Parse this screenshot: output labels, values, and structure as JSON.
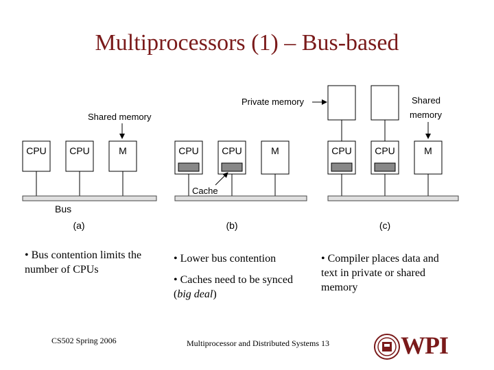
{
  "title": "Multiprocessors (1) – Bus-based",
  "diagram": {
    "a": {
      "annotation": "Shared memory",
      "boxes": [
        "CPU",
        "CPU",
        "M"
      ],
      "bus_label": "Bus",
      "caption": "(a)"
    },
    "b": {
      "annotation": "Private memory",
      "boxes": [
        "CPU",
        "CPU",
        "M"
      ],
      "cache_label": "Cache",
      "caption": "(b)"
    },
    "c": {
      "annotation_line1": "Shared",
      "annotation_line2": "memory",
      "boxes": [
        "CPU",
        "CPU",
        "M"
      ],
      "caption": "(c)"
    }
  },
  "bullets": {
    "col1": [
      "• Bus contention limits the number of CPUs"
    ],
    "col2": {
      "b1": "• Lower bus contention",
      "b2_prefix": "• Caches need to be synced (",
      "b2_italic": "big deal",
      "b2_suffix": ")"
    },
    "col3": [
      "• Compiler places data and text in private or shared memory"
    ]
  },
  "footer": {
    "course": "CS502 Spring 2006",
    "topic": "Multiprocessor and Distributed Systems 13",
    "logo_text": "WPI"
  }
}
